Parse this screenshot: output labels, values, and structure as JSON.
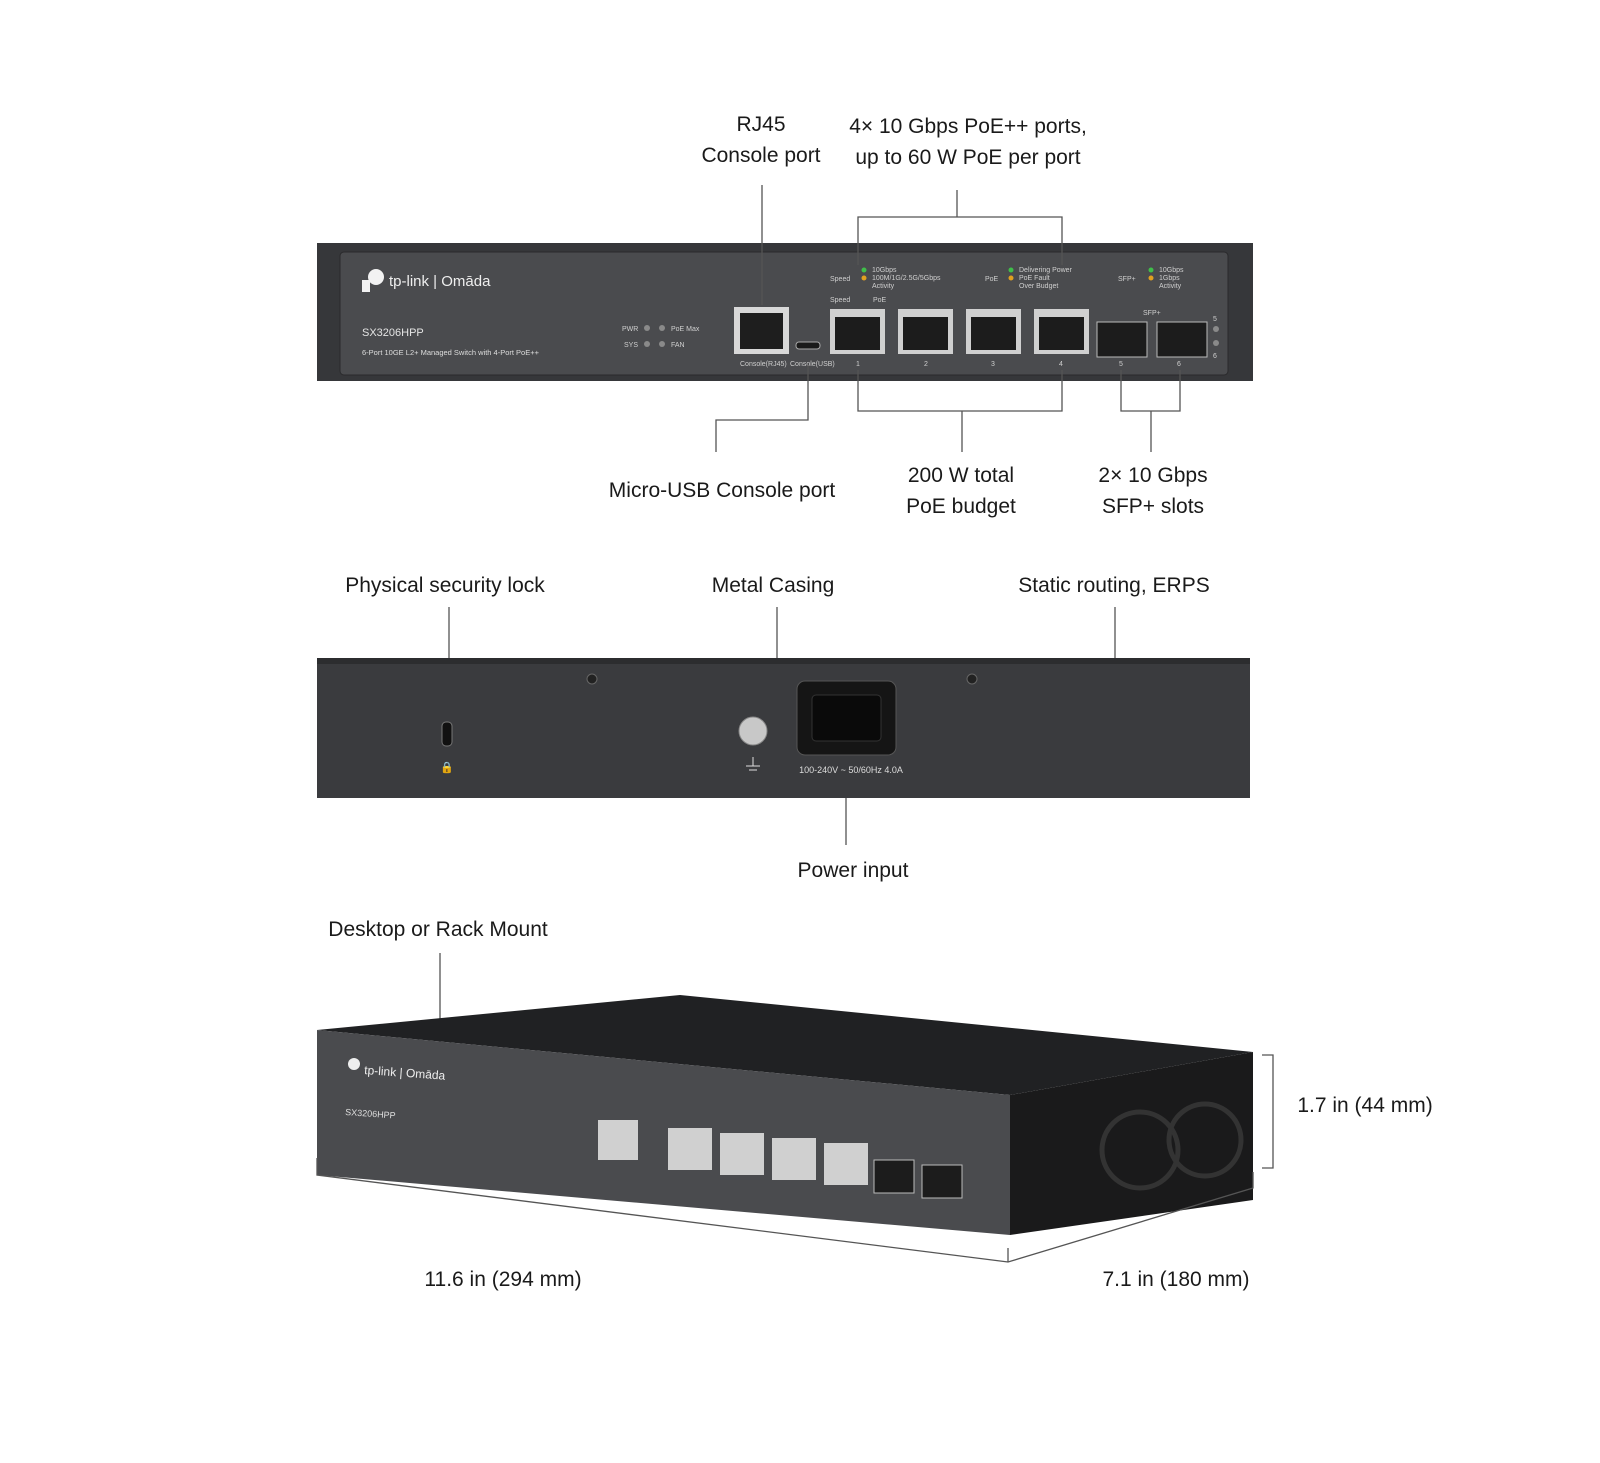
{
  "front": {
    "brand": "tp-link | Omāda",
    "model": "SX3206HPP",
    "description": "6-Port 10GE L2+ Managed Switch with 4-Port PoE++",
    "leds": [
      "PWR",
      "SYS",
      "PoE Max",
      "FAN"
    ],
    "console_rj45": "Console(RJ45)",
    "console_usb": "Console(USB)",
    "speed_legend": {
      "title": "Speed",
      "items": [
        "10Gbps",
        "100M/1G/2.5G/5Gbps",
        "Activity"
      ]
    },
    "poe_legend": {
      "title": "PoE",
      "items": [
        "Delivering Power",
        "PoE Fault",
        "Over Budget"
      ]
    },
    "sfp_legend": {
      "title": "SFP+",
      "items": [
        "10Gbps",
        "1Gbps",
        "Activity"
      ]
    },
    "port_header_speed": "Speed",
    "port_header_poe": "PoE",
    "sfp_group": "SFP+",
    "port_numbers": [
      "1",
      "2",
      "3",
      "4",
      "5",
      "6"
    ],
    "sfp_led_labels": [
      "5",
      "6"
    ]
  },
  "callouts": {
    "rj45": [
      "RJ45",
      "Console port"
    ],
    "poe_ports": [
      "4× 10 Gbps PoE++ ports,",
      "up to 60 W PoE per port"
    ],
    "micro_usb": "Micro-USB Console port",
    "poe_budget": [
      "200 W total",
      "PoE budget"
    ],
    "sfp": [
      "2× 10 Gbps",
      "SFP+ slots"
    ],
    "lock": "Physical security lock",
    "casing": "Metal Casing",
    "routing": "Static routing, ERPS",
    "power": "Power input",
    "mount": "Desktop or Rack Mount",
    "height": "1.7 in (44 mm)",
    "width": "11.6 in (294 mm)",
    "depth": "7.1 in (180 mm)"
  },
  "rear": {
    "power_rating": "100-240V ~ 50/60Hz 4.0A"
  },
  "colors": {
    "chassis": "#3b3c3f",
    "led_green": "#3fbf4a",
    "led_amber": "#e0a020"
  }
}
